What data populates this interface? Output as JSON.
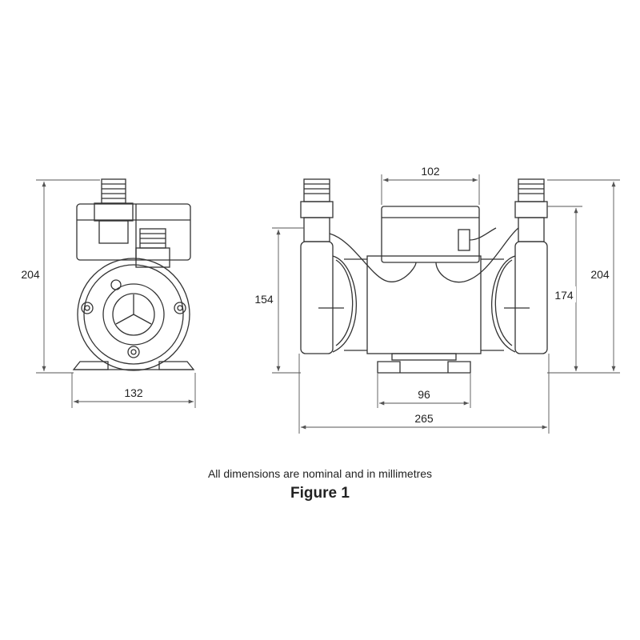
{
  "note": "All dimensions are nominal and in millimetres",
  "figure_label": "Figure 1",
  "front_view": {
    "height_dimension": "204",
    "width_dimension": "132"
  },
  "side_view": {
    "control_box_width": "102",
    "inlet_height": "154",
    "outlet_height": "174",
    "overall_height": "204",
    "foot_spacing": "96",
    "overall_length": "265"
  },
  "colors": {
    "line": "#333333",
    "dim_line": "#555555",
    "background": "#ffffff"
  }
}
